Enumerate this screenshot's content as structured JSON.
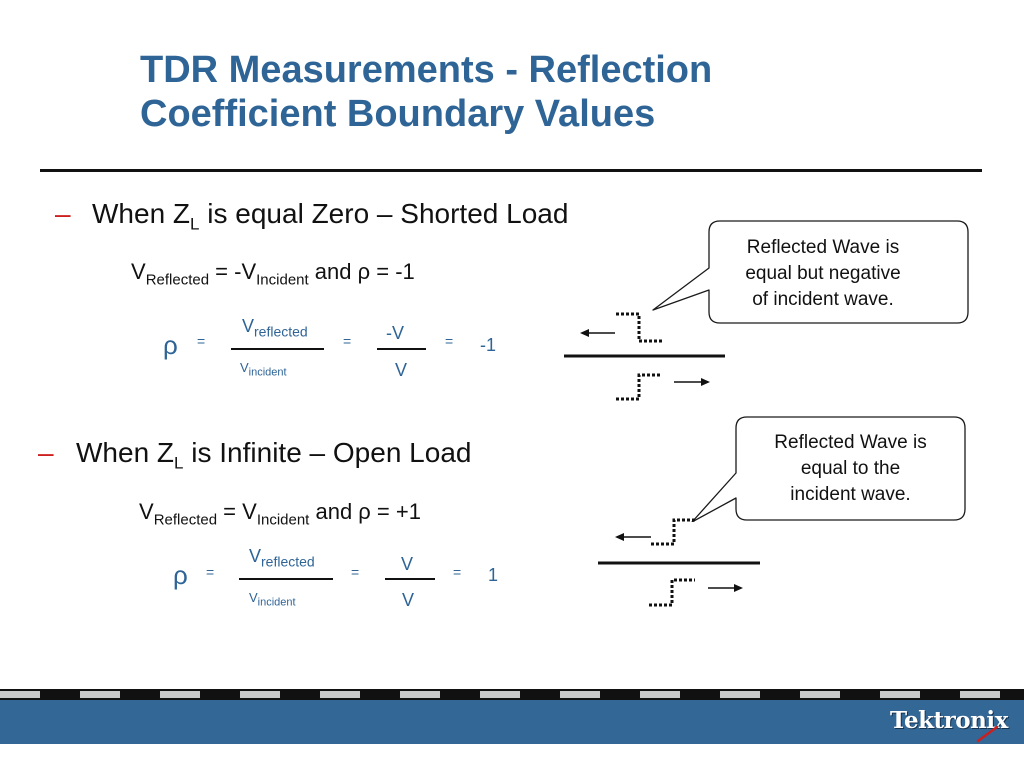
{
  "slide": {
    "title_line1": "TDR Measurements - Reflection",
    "title_line2": "Coefficient Boundary Values"
  },
  "short_section": {
    "bullet_dash": "–",
    "bullet_prefix": "When Z",
    "bullet_sub": "L",
    "bullet_suffix": " is equal Zero  – Shorted Load",
    "eq_v": "V",
    "eq_sub1": "Reflected",
    "eq_mid": " = -V",
    "eq_sub2": "Incident",
    "eq_and": " and  ",
    "eq_rho": "ρ",
    "eq_rhs": " = -1",
    "rho_symbol": "ρ",
    "eq_sign1": "=",
    "num_v": "V",
    "num_sub": "reflected",
    "den_v": "V",
    "den_sub": "incident",
    "eq_sign2": "=",
    "ratio_num": "-V",
    "ratio_den": "V",
    "eq_sign3": "=",
    "result": "-1",
    "callout": [
      "Reflected Wave is",
      "equal but negative",
      "of incident wave."
    ]
  },
  "open_section": {
    "bullet_dash": "–",
    "bullet_prefix": "When Z",
    "bullet_sub": "L",
    "bullet_suffix": " is Infinite  – Open Load",
    "eq_v": "V",
    "eq_sub1": "Reflected",
    "eq_mid": " = V",
    "eq_sub2": "Incident",
    "eq_and": " and  ",
    "eq_rho": "ρ",
    "eq_rhs": " = +1",
    "rho_symbol": "ρ",
    "eq_sign1": "=",
    "num_v": "V",
    "num_sub": "reflected",
    "den_v": "V",
    "den_sub": "incident",
    "eq_sign2": "=",
    "ratio_num": "V",
    "ratio_den": "V",
    "eq_sign3": "=",
    "result": "1",
    "callout": [
      "Reflected Wave is",
      "equal to the",
      "incident wave."
    ]
  },
  "footer": {
    "logo": "Tektronix",
    "band_color": "#336796",
    "accent_color": "#cc1f1f",
    "title_color": "#2e6496"
  }
}
